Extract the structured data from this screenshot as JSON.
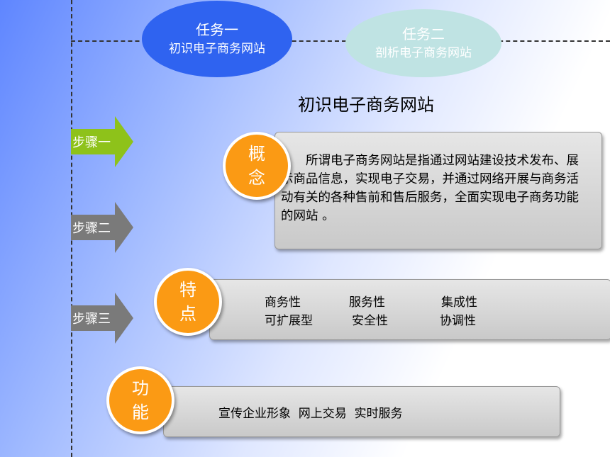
{
  "tabs": [
    {
      "line1": "任务一",
      "line2": "初识电子商务网站"
    },
    {
      "line1": "任务二",
      "line2": "剖析电子商务网站"
    }
  ],
  "title": "初识电子商务网站",
  "steps": [
    "步骤一",
    "步骤二",
    "步骤三"
  ],
  "concept": {
    "label1": "概",
    "label2": "念",
    "text": "所谓电子商务网站是指通过网站建设技术发布、展示商品信息，实现电子交易，并通过网络开展与商务活动有关的各种售前和售后服务，全面实现电子商务功能的网站 。"
  },
  "features": {
    "label1": "特",
    "label2": "点",
    "items": [
      "商务性",
      "服务性",
      "集成性",
      "可扩展型",
      "安全性",
      "协调性"
    ]
  },
  "functions": {
    "label1": "功",
    "label2": "能",
    "text": "宣传企业形象  网上交易  实时服务"
  },
  "colors": {
    "tab_active": "#2f63f0",
    "tab_inactive": "#bfe3e3",
    "step_active": "#8ec21a",
    "step_inactive": "#7a7a7a",
    "circle": "#fb9a14"
  }
}
